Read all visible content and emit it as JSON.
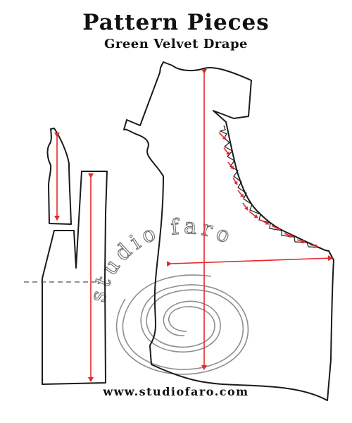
{
  "diagram": {
    "title": "Pattern Pieces",
    "subtitle": "Green Velvet Drape",
    "watermark_text": "studio faro",
    "website": "www.studiofaro.com",
    "colors": {
      "outline": "#1a1a1a",
      "measure_arrows": "#e8262a",
      "watermark": "#7a7a7a",
      "background": "#ffffff"
    },
    "pieces": [
      "sleeve-small-piece",
      "skirt-side-piece",
      "main-bodice-drape-piece"
    ]
  }
}
